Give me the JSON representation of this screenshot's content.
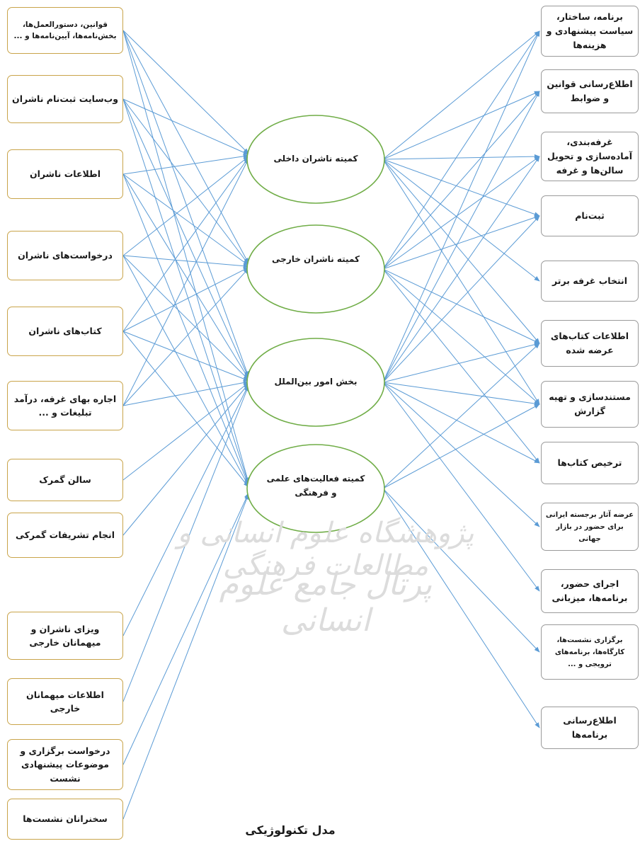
{
  "watermark": {
    "line1": "پژوهشگاه علوم انسانی و مطالعات فرهنگی",
    "line2": "پرتال جامع علوم انسانی"
  },
  "inputs": [
    "قوانین، دستورالعمل‌ها، بخش‌نامه‌ها، آیین‌نامه‌ها و ...",
    "وب‌سایت ثبت‌نام ناشران",
    "اطلاعات ناشران",
    "درخواست‌های ناشران",
    "کتاب‌های ناشران",
    "اجاره بهای غرفه، درآمد تبلیغات و ...",
    "سالن گمرک",
    "انجام تشریفات گمرکی",
    "ویزای ناشران و میهمانان خارجی",
    "اطلاعات میهمانان خارجی",
    "درخواست برگزاری و موضوعات پیشنهادی نشست",
    "سخنرانان نشست‌ها"
  ],
  "processes": [
    "کمیته ناشران داخلی",
    "کمیته ناشران خارجی",
    "بخش امور بین‌الملل",
    "کمیته فعالیت‌های علمی و فرهنگی"
  ],
  "outputs": [
    "برنامه، ساختار، سیاست پیشنهادی و هزینه‌ها",
    "اطلاع‌رسانی قوانین و ضوابط",
    "غرفه‌بندی، آماده‌سازی و تحویل سالن‌ها و غرفه",
    "ثبت‌نام",
    "انتخاب غرفه برتر",
    "اطلاعات کتاب‌های عرضه شده",
    "مستندسازی و تهیه گزارش",
    "ترخیص کتاب‌ها",
    "عرضه آثار برجسته ایرانی برای حضور در بازار جهانی",
    "اجرای حضور، برنامه‌ها، میزبانی",
    "برگزاری نشست‌ها، کارگاه‌ها، برنامه‌های ترویجی و ...",
    "اطلاع‌رسانی برنامه‌ها"
  ],
  "caption": "مدل تکنولوژیکی",
  "colors": {
    "arrow": "#5b9bd5",
    "ellipse": "#70ad47",
    "input_border": "#c9a44a",
    "output_border": "#9a9a9a"
  },
  "links_in": [
    [
      0,
      0
    ],
    [
      0,
      1
    ],
    [
      0,
      2
    ],
    [
      0,
      3
    ],
    [
      1,
      0
    ],
    [
      1,
      1
    ],
    [
      1,
      2
    ],
    [
      1,
      3
    ],
    [
      2,
      0
    ],
    [
      2,
      1
    ],
    [
      2,
      2
    ],
    [
      2,
      3
    ],
    [
      3,
      0
    ],
    [
      3,
      1
    ],
    [
      3,
      2
    ],
    [
      3,
      3
    ],
    [
      4,
      0
    ],
    [
      4,
      1
    ],
    [
      4,
      2
    ],
    [
      4,
      3
    ],
    [
      5,
      0
    ],
    [
      5,
      1
    ],
    [
      5,
      2
    ],
    [
      6,
      2
    ],
    [
      7,
      2
    ],
    [
      8,
      2
    ],
    [
      9,
      2
    ],
    [
      10,
      3
    ],
    [
      11,
      3
    ]
  ],
  "links_out": [
    [
      0,
      0
    ],
    [
      0,
      1
    ],
    [
      0,
      2
    ],
    [
      0,
      3
    ],
    [
      0,
      4
    ],
    [
      0,
      5
    ],
    [
      0,
      6
    ],
    [
      1,
      0
    ],
    [
      1,
      1
    ],
    [
      1,
      2
    ],
    [
      1,
      3
    ],
    [
      1,
      5
    ],
    [
      1,
      6
    ],
    [
      1,
      7
    ],
    [
      2,
      0
    ],
    [
      2,
      1
    ],
    [
      2,
      2
    ],
    [
      2,
      3
    ],
    [
      2,
      5
    ],
    [
      2,
      6
    ],
    [
      2,
      7
    ],
    [
      2,
      8
    ],
    [
      2,
      9
    ],
    [
      3,
      5
    ],
    [
      3,
      6
    ],
    [
      3,
      10
    ],
    [
      3,
      11
    ]
  ]
}
